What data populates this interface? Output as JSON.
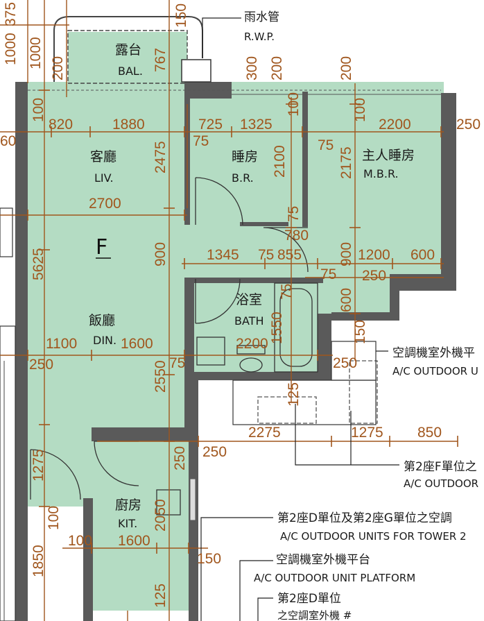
{
  "unit_label": "F",
  "rooms": {
    "bal": {
      "zh": "露台",
      "en": "BAL."
    },
    "liv": {
      "zh": "客廳",
      "en": "LIV."
    },
    "br": {
      "zh": "睡房",
      "en": "B.R."
    },
    "mbr": {
      "zh": "主人睡房",
      "en": "M.B.R."
    },
    "bath": {
      "zh": "浴室",
      "en": "BATH"
    },
    "din": {
      "zh": "飯廳",
      "en": "DIN."
    },
    "kit": {
      "zh": "廚房",
      "en": "KIT."
    }
  },
  "callouts": {
    "rwp_zh": "雨水管",
    "rwp_en": "R.W.P.",
    "ac1_zh": "空調機室外機平",
    "ac1_en": "A/C OUTDOOR U",
    "ac2_zh": "第2座F單位之",
    "ac2_en": "A/C OUTDOOR",
    "ac3_zh": "第2座D單位及第2座G單位之空調",
    "ac3_en": "A/C OUTDOOR UNITS FOR TOWER 2",
    "ac4_zh": "空調機室外機平台",
    "ac4_en": "A/C OUTDOOR UNIT PLATFORM",
    "ac5_zh": "第2座D單位",
    "ac5_en": "之空調室外機 #"
  },
  "dimensions": {
    "d375": "375",
    "d1000a": "1000",
    "d1000b": "1000",
    "d200a": "200",
    "d767": "767",
    "d150a": "150",
    "d300": "300",
    "d200b": "200",
    "d200c": "200",
    "d100a": "100",
    "d820": "820",
    "d1880": "1880",
    "d725": "725",
    "d1325": "1325",
    "d100b": "100",
    "d100c": "100",
    "d2200a": "2200",
    "d250a": "250",
    "d60": "60",
    "d2475": "2475",
    "d75a": "75",
    "d2100": "2100",
    "d75b": "75",
    "d2175": "2175",
    "d2700": "2700",
    "d75c": "75",
    "d780": "780",
    "d5625": "5625",
    "d900a": "900",
    "d1345": "1345",
    "d75d": "75",
    "d855": "855",
    "d900b": "900",
    "d1200": "1200",
    "d600a": "600",
    "d75e": "75",
    "d250b": "250",
    "d75f": "75",
    "d600b": "600",
    "d1550": "1550",
    "d150b": "150",
    "d1100": "1100",
    "d1600a": "1600",
    "d2200b": "2200",
    "d250c": "250",
    "d75g": "75",
    "d2550": "2550",
    "d250d": "250",
    "d125a": "125",
    "d2275": "2275",
    "d1275a": "1275",
    "d850": "850",
    "d1275b": "1275",
    "d250e": "250",
    "d250f": "250",
    "d100d": "100",
    "d2050": "2050",
    "d100e": "100",
    "d1600b": "1600",
    "d150c": "150",
    "d1850": "1850",
    "d125b": "125"
  }
}
